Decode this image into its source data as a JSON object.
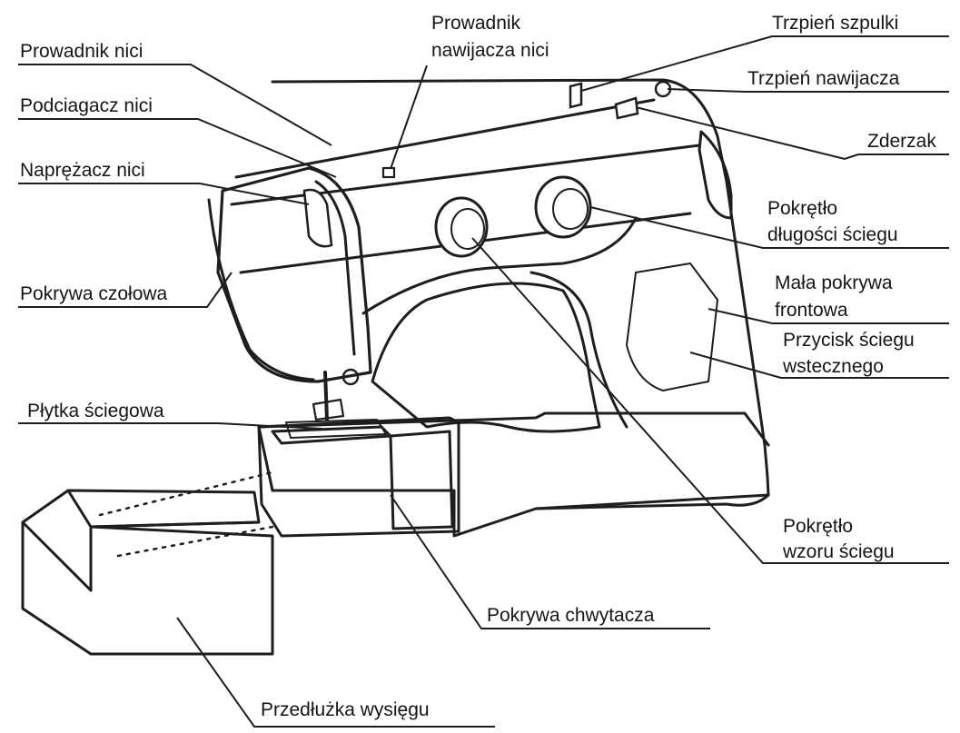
{
  "labels": {
    "prowadnik_nici": "Prowadnik nici",
    "podciagacz_nici": "Podciagacz nici",
    "naprezacz_nici": "Naprężacz nici",
    "pokrywa_czolowa": "Pokrywa czołowa",
    "plytka_sciegowa": "Płytka ściegowa",
    "prowadnik_nawijacza_1": "Prowadnik",
    "prowadnik_nawijacza_2": "nawijacza nici",
    "trzpien_szpulki": "Trzpień szpulki",
    "trzpien_nawijacza": "Trzpień nawijacza",
    "zderzak": "Zderzak",
    "pokretlo_dlugosci_1": "Pokrętło",
    "pokretlo_dlugosci_2": "długości ściegu",
    "mala_pokrywa_1": "Mała pokrywa",
    "mala_pokrywa_2": "frontowa",
    "przycisk_wstecz_1": "Przycisk ściegu",
    "przycisk_wstecz_2": "wstecznego",
    "pokretlo_wzoru_1": "Pokrętło",
    "pokretlo_wzoru_2": "wzoru ściegu",
    "pokrywa_chwytacza": "Pokrywa chwytacza",
    "przedluzka_wysiegu": "Przedłużka wysięgu"
  }
}
